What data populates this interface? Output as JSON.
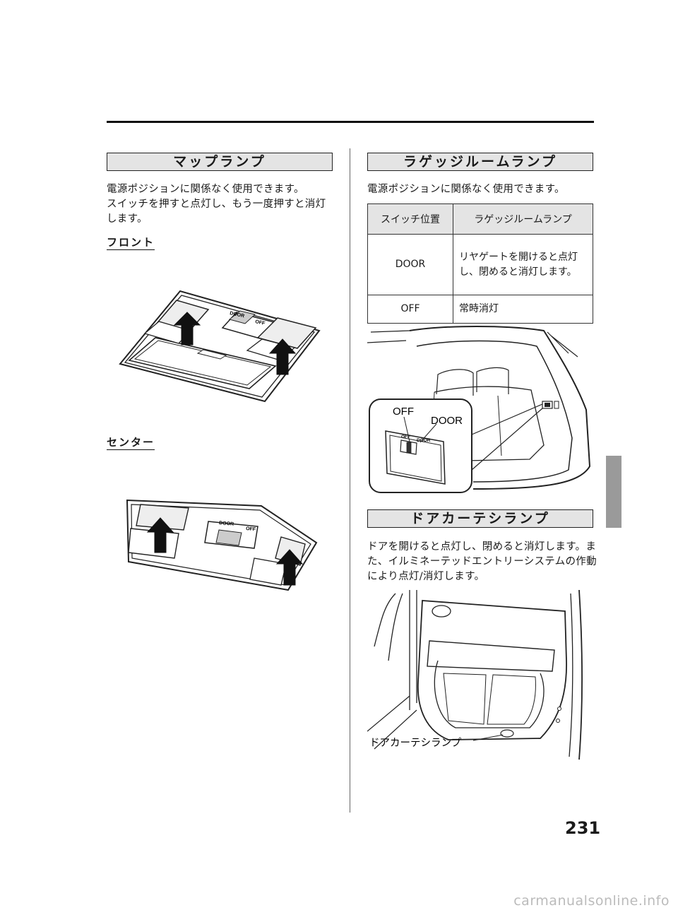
{
  "page_number": "231",
  "watermark": "carmanualsonline.info",
  "map_lamp": {
    "heading": "マップランプ",
    "description": "電源ポジションに関係なく使用できます。\nスイッチを押すと点灯し、もう一度押すと消灯します。",
    "front_label": "フロント",
    "center_label": "センター",
    "front_switch_labels": [
      "DOOR",
      "OFF"
    ],
    "center_switch_labels": [
      "DOOR",
      "OFF"
    ]
  },
  "luggage_lamp": {
    "heading": "ラゲッジルームランプ",
    "description": "電源ポジションに関係なく使用できます。",
    "table": {
      "headers": [
        "スイッチ位置",
        "ラゲッジルームランプ"
      ],
      "rows": [
        [
          "DOOR",
          "リヤゲートを開けると点灯し、閉めると消灯します。"
        ],
        [
          "OFF",
          "常時消灯"
        ]
      ]
    },
    "callouts": {
      "off": "OFF",
      "door": "DOOR"
    },
    "inset_switch_labels": [
      "OFF",
      "DOOR"
    ]
  },
  "courtesy_lamp": {
    "heading": "ドアカーテシランプ",
    "description": "ドアを開けると点灯し、閉めると消灯します。また、イルミネーテッドエントリーシステムの作動により点灯/消灯します。",
    "callout": "ドアカーテシランプ"
  }
}
